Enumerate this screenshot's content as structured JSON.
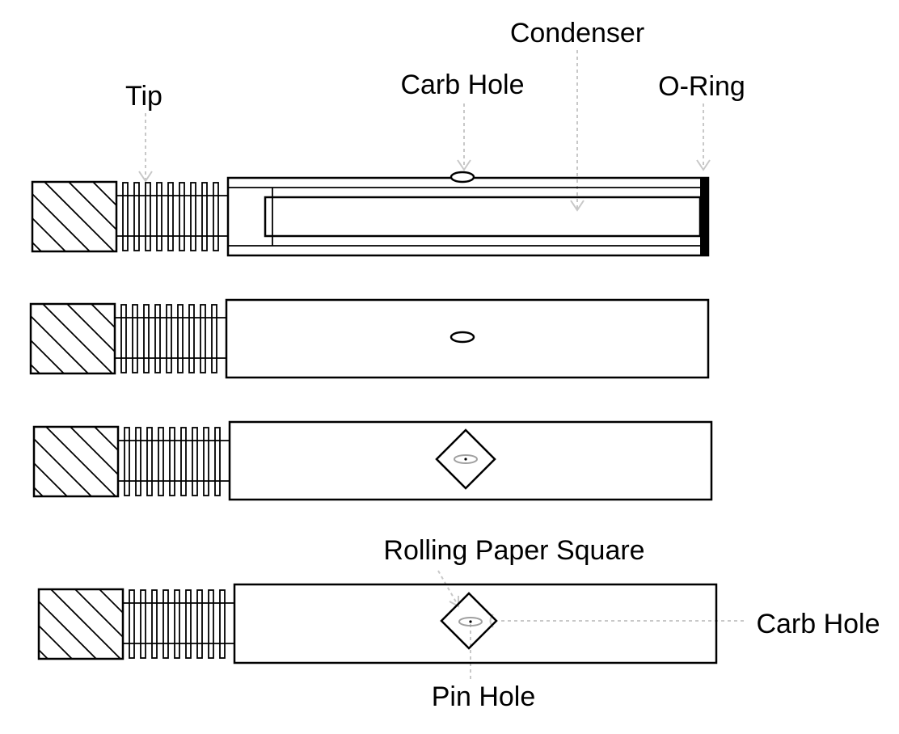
{
  "labels": {
    "tip": "Tip",
    "carb_hole_top": "Carb Hole",
    "condenser": "Condenser",
    "o_ring": "O-Ring",
    "rolling_paper_square": "Rolling Paper Square",
    "carb_hole_side": "Carb Hole",
    "pin_hole": "Pin Hole"
  },
  "colors": {
    "line": "#000000",
    "leader": "#c8c8c8",
    "pin_hole_ring": "#a0a0a0",
    "background": "#ffffff"
  }
}
